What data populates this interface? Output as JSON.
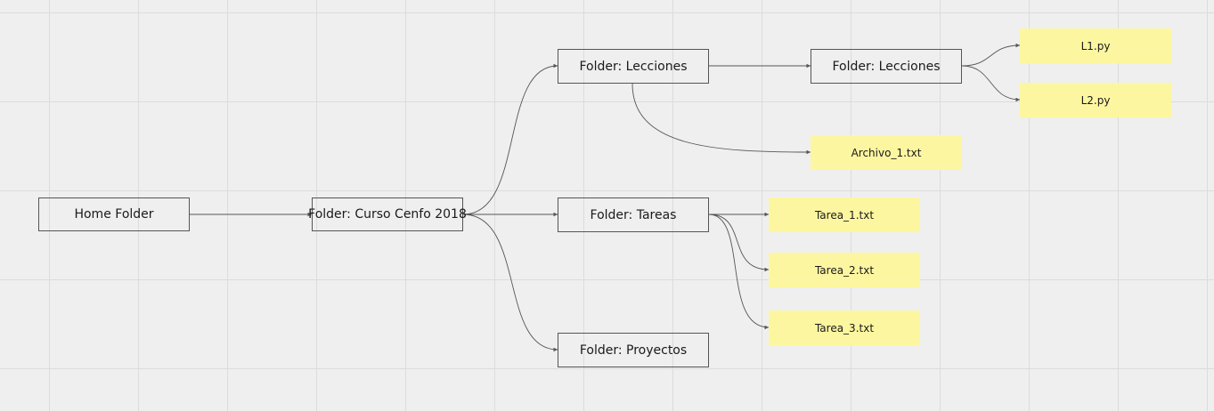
{
  "diagram": {
    "colors": {
      "canvas": "#efefef",
      "grid": "#dcdcdc",
      "folder_border": "#555555",
      "note_fill": "#fdf6a0",
      "connector": "#555555"
    },
    "nodes": {
      "home": {
        "label": "Home Folder",
        "kind": "folder"
      },
      "curso": {
        "label": "Folder: Curso Cenfo 2018",
        "kind": "folder"
      },
      "lecciones": {
        "label": "Folder: Lecciones",
        "kind": "folder"
      },
      "lecciones_sub": {
        "label": "Folder: Lecciones",
        "kind": "folder"
      },
      "tareas": {
        "label": "Folder: Tareas",
        "kind": "folder"
      },
      "proyectos": {
        "label": "Folder: Proyectos",
        "kind": "folder"
      },
      "l1": {
        "label": "L1.py",
        "kind": "file"
      },
      "l2": {
        "label": "L2.py",
        "kind": "file"
      },
      "archivo1": {
        "label": "Archivo_1.txt",
        "kind": "file"
      },
      "tarea1": {
        "label": "Tarea_1.txt",
        "kind": "file"
      },
      "tarea2": {
        "label": "Tarea_2.txt",
        "kind": "file"
      },
      "tarea3": {
        "label": "Tarea_3.txt",
        "kind": "file"
      }
    },
    "edges": [
      {
        "from": "home",
        "to": "curso"
      },
      {
        "from": "curso",
        "to": "lecciones"
      },
      {
        "from": "curso",
        "to": "tareas"
      },
      {
        "from": "curso",
        "to": "proyectos"
      },
      {
        "from": "lecciones",
        "to": "lecciones_sub"
      },
      {
        "from": "lecciones",
        "to": "archivo1"
      },
      {
        "from": "lecciones_sub",
        "to": "l1"
      },
      {
        "from": "lecciones_sub",
        "to": "l2"
      },
      {
        "from": "tareas",
        "to": "tarea1"
      },
      {
        "from": "tareas",
        "to": "tarea2"
      },
      {
        "from": "tareas",
        "to": "tarea3"
      }
    ]
  }
}
